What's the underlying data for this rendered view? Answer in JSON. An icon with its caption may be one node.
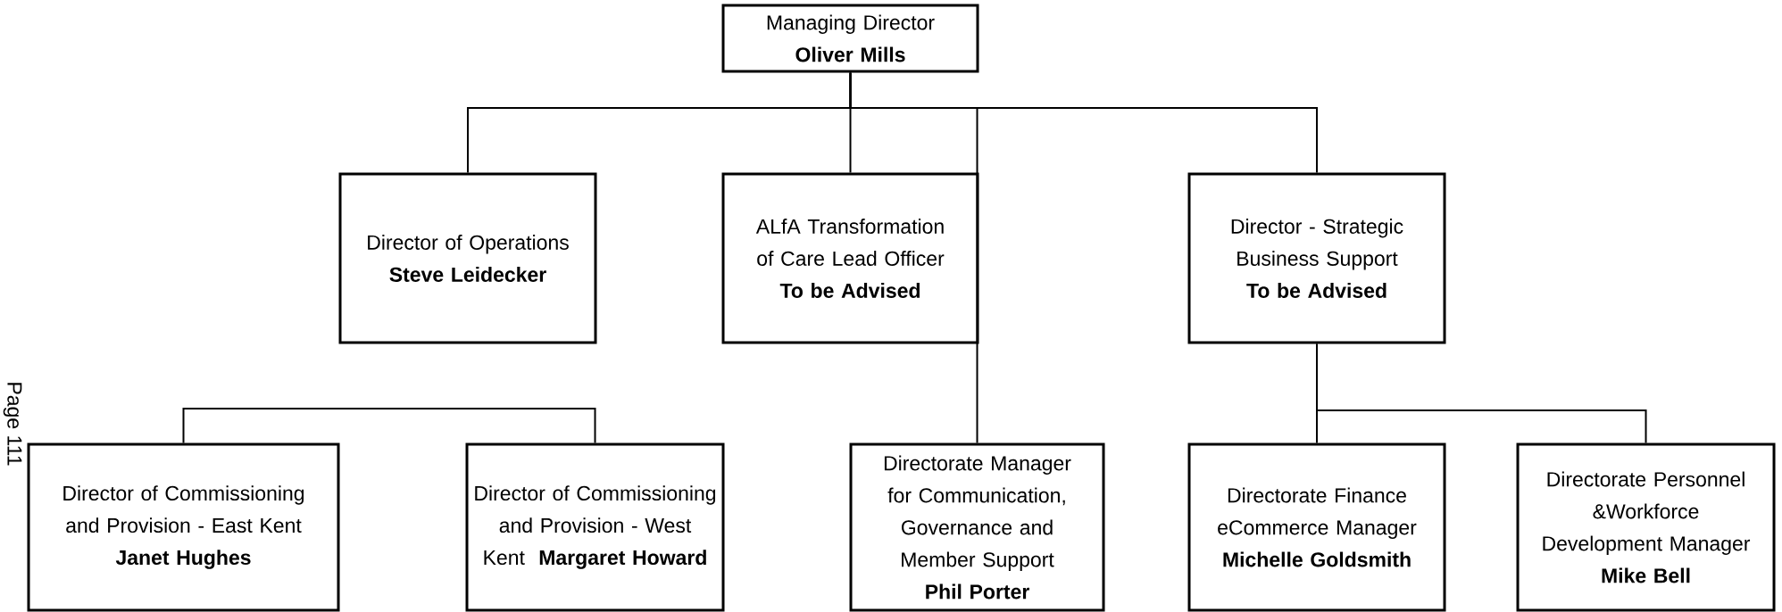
{
  "diagram": {
    "nodes": [
      {
        "text": [
          "Managing Director",
          "Oliver Mills"
        ]
      },
      {
        "text": [
          "Director of Operations",
          "Steve Leidecker"
        ]
      },
      {
        "text": [
          "ALfA Transformation of Care Lead Officer",
          "To be Advised"
        ]
      },
      {
        "text": [
          "Director - Strategic Business Support",
          "To be Advised"
        ]
      },
      {
        "text": [
          "Director of Commissioning and Provision - East Kent",
          "Janet Hughes"
        ]
      },
      {
        "text": [
          "Director of Commissioning and Provision - West Kent",
          "Margaret Howard"
        ]
      },
      {
        "text": [
          "Directorate Manager for Communication, Governance and Member Support",
          "Phil Porter"
        ]
      },
      {
        "text": [
          "Directorate Finance eCommerce Manager",
          "Michelle Goldsmith"
        ]
      },
      {
        "text": [
          "Directorate Personnel &Workforce Development Manager",
          "Mike Bell"
        ]
      }
    ],
    "edges": [
      {
        "from": 0,
        "to": 1,
        "arrow": "none"
      },
      {
        "from": 0,
        "to": 2,
        "arrow": "none"
      },
      {
        "from": 0,
        "to": 6,
        "arrow": "none"
      },
      {
        "from": 0,
        "to": 3,
        "arrow": "none"
      },
      {
        "from": 4,
        "to": 5,
        "arrow": "none"
      },
      {
        "from": 3,
        "to": 7,
        "arrow": "none"
      },
      {
        "from": 3,
        "to": 8,
        "arrow": "none"
      }
    ],
    "labels": [
      "Page 111"
    ]
  }
}
